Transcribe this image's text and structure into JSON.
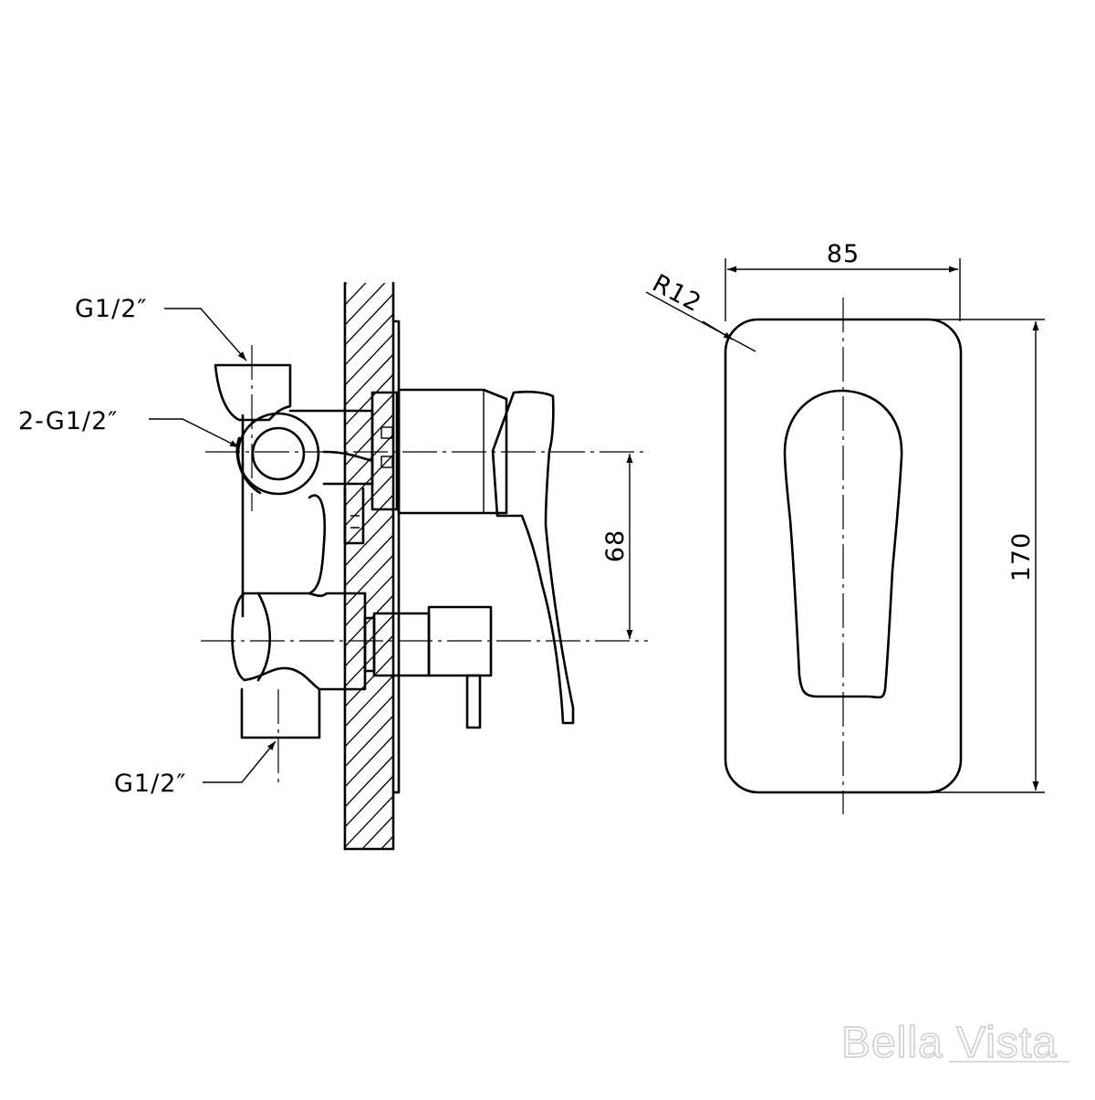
{
  "labels": {
    "top_inlet": "G1/2″",
    "side_outlets": "2-G1/2″",
    "bottom_inlet": "G1/2″",
    "width": "85",
    "height": "170",
    "radius": "R12",
    "center_distance": "68"
  },
  "watermark": "Bella Vista",
  "colors": {
    "line": "#000000",
    "background": "#ffffff",
    "watermark": "#cfcfcf"
  }
}
